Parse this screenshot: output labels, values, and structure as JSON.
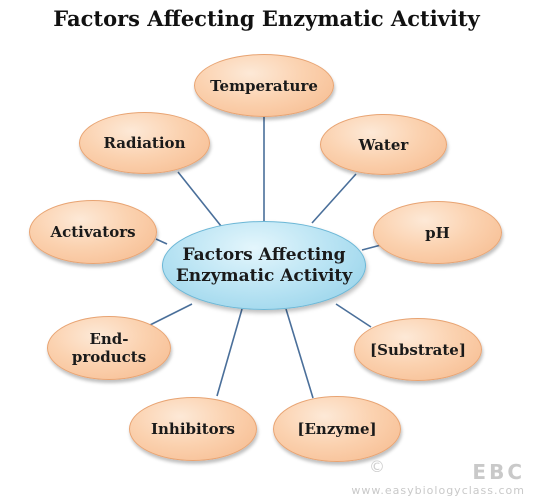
{
  "title": "Factors Affecting Enzymatic Activity",
  "center": {
    "line1": "Factors Affecting",
    "line2": "Enzymatic Activity"
  },
  "nodes": {
    "temperature": "Temperature",
    "water": "Water",
    "ph": "pH",
    "substrate": "[Substrate]",
    "enzyme": "[Enzyme]",
    "inhibitors": "Inhibitors",
    "end_products_1": "End-",
    "end_products_2": "products",
    "activators": "Activators",
    "radiation": "Radiation"
  },
  "watermark": {
    "copyright": "©",
    "logo": "EBC",
    "url": "www.easybiologyclass.com"
  },
  "colors": {
    "node_fill": "#fbd2b0",
    "node_border": "#e8a473",
    "center_fill": "#b8e3f3",
    "line": "#4a6f9a"
  }
}
